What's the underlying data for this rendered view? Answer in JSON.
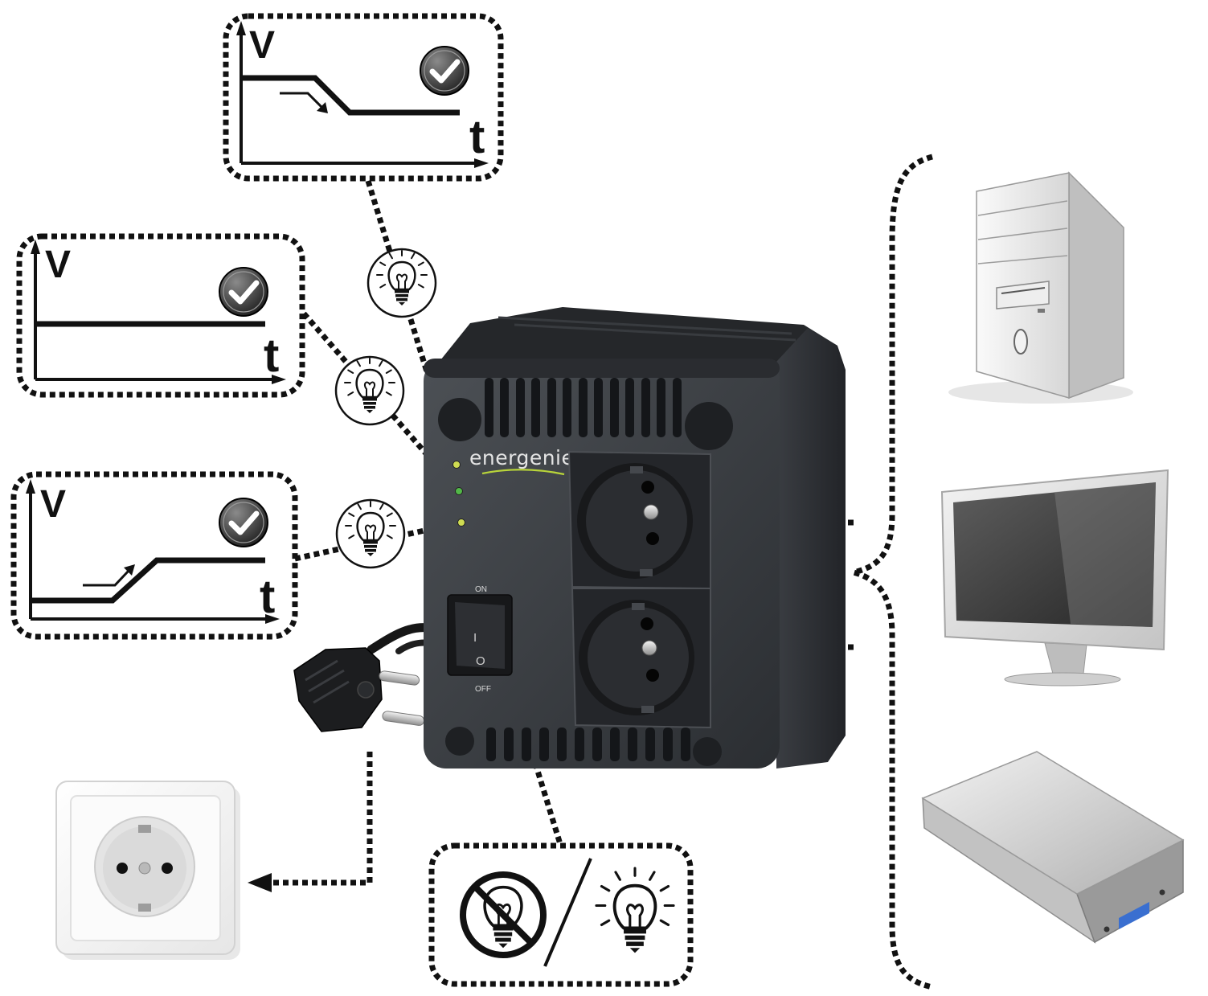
{
  "diagram": {
    "charts": {
      "voltage_drop": {
        "y_label": "V",
        "x_label": "t",
        "status_icon": "check-badge-icon"
      },
      "voltage_steady": {
        "y_label": "V",
        "x_label": "t",
        "status_icon": "check-badge-icon"
      },
      "voltage_rise": {
        "y_label": "V",
        "x_label": "t",
        "status_icon": "check-badge-icon"
      }
    },
    "indicators": {
      "icon": "light-bulb-icon",
      "count": 3
    },
    "device": {
      "brand": "energenie",
      "switch_top_label": "ON",
      "switch_bottom_label": "OFF",
      "switch_mark_on": "I",
      "switch_mark_off": "O",
      "outlets": 2
    },
    "switch_states": {
      "off_icon": "bulb-crossed-icon",
      "on_icon": "bulb-lit-icon"
    },
    "input": {
      "plug_icon": "schuko-plug-icon",
      "wall_icon": "wall-socket-icon"
    },
    "loads": {
      "icons": [
        "desktop-tower-icon",
        "monitor-icon",
        "dvd-player-icon"
      ]
    }
  },
  "colors": {
    "line": "#111111",
    "device_body": "#3d4045",
    "led_green": "#52b848",
    "led_yellow": "#cfdc52",
    "logo_swoosh": "#b8d43a",
    "dvd_display": "#3a6fd0"
  }
}
